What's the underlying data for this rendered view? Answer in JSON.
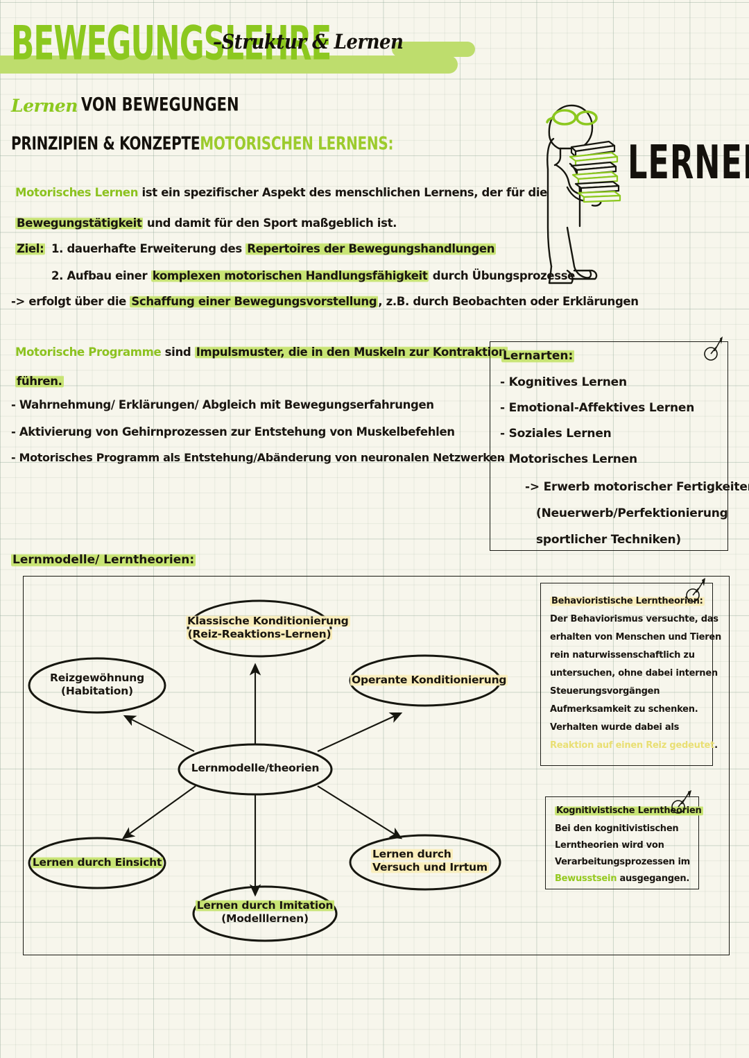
{
  "header": {
    "title_main": "BEWEGUNGSLEHRE",
    "title_sub": "–Struktur & Lernen"
  },
  "sections": {
    "lernen_von_bewegungen": {
      "script_word": "Lernen",
      "caps_word": "VON BEWEGUNGEN"
    },
    "prinzipien": {
      "black_part": "PRINZIPIEN & KONZEPTE ",
      "green_part": "MOTORISCHEN LERNENS:"
    }
  },
  "illustration": {
    "word": "LERNEN",
    "figure_name": "person-carrying-books"
  },
  "intro_paragraph": {
    "line1_green": "Motorisches Lernen",
    "line1_rest": " ist ein spezifischer Aspekt des menschlichen Lernens, der für die",
    "line2_hl": "Bewegungstätigkeit",
    "line2_rest": " und damit für den Sport maßgeblich ist.",
    "ziel_label": "Ziel:",
    "ziel_1_plain": "1. dauerhafte Erweiterung des ",
    "ziel_1_hl": "Repertoires der Bewegungshandlungen",
    "ziel_2_plain_a": "2. Aufbau einer ",
    "ziel_2_hl": "komplexen motorischen Handlungsfähigkeit",
    "ziel_2_plain_b": " durch Übungsprozesse",
    "arrow_line_a": "-> erfolgt über die ",
    "arrow_line_hl": "Schaffung einer Bewegungsvorstellung",
    "arrow_line_b": ", z.B. durch Beobachten oder Erklärungen"
  },
  "programme_paragraph": {
    "line1_green": "Motorische Programme",
    "line1_plain": " sind ",
    "line1_hl": "Impulsmuster, die in den Muskeln zur Kontraktion",
    "line2_hl": "führen.",
    "bullets": [
      "- Wahrnehmung/ Erklärungen/ Abgleich mit Bewegungserfahrungen",
      "- Aktivierung von Gehirnprozessen zur Entstehung von Muskelbefehlen",
      "- Motorisches Programm als Entstehung/Abänderung von neuronalen Netzwerken"
    ]
  },
  "lernarten_box": {
    "heading": "Lernarten:",
    "items": [
      {
        "label": "- Kognitives Lernen",
        "green": false
      },
      {
        "label": "- Emotional-Affektives Lernen",
        "green": false
      },
      {
        "label": "- Soziales Lernen",
        "green": false
      },
      {
        "label": "- Motorisches Lernen",
        "green": true
      }
    ],
    "sub_lines": [
      "-> Erwerb motorischer Fertigkeiten",
      "(Neuerwerb/Perfektionierung",
      "sportlicher Techniken)"
    ]
  },
  "diagram": {
    "label": "Lernmodelle/ Lerntheorien:",
    "center_node": "Lernmodelle/theorien",
    "nodes": [
      {
        "id": "habituation",
        "line1": "Reizgewöhnung",
        "line2": "(Habitation)",
        "highlight": "none"
      },
      {
        "id": "klassische-konditionierung",
        "line1": "Klassische Konditionierung",
        "line2": "(Reiz-Reaktions-Lernen)",
        "highlight": "yellow"
      },
      {
        "id": "operante-konditionierung",
        "line1": "Operante Konditionierung",
        "line2": "",
        "highlight": "yellow"
      },
      {
        "id": "lernen-durch-einsicht",
        "line1": "Lernen durch Einsicht",
        "line2": "",
        "highlight": "green"
      },
      {
        "id": "lernen-durch-imitation",
        "line1": "Lernen durch Imitation",
        "line2": "(Modelllernen)",
        "highlight": "green"
      },
      {
        "id": "versuch-und-irrtum",
        "line1": "Lernen durch",
        "line2": "Versuch und Irrtum",
        "highlight": "yellow"
      }
    ]
  },
  "note_behavioristisch": {
    "heading": "Behavioristische Lerntheorien:",
    "lines": [
      "Der Behaviorismus versuchte, das",
      "erhalten von Menschen und Tieren",
      "rein naturwissenschaftlich zu",
      "untersuchen, ohne dabei internen",
      "Steuerungsvorgängen",
      "Aufmerksamkeit zu schenken."
    ],
    "highlight_lines": [
      "Verhalten wurde dabei als",
      "Reaktion auf einen Reiz gedeutet"
    ],
    "highlight_tail": "."
  },
  "note_kognitivistisch": {
    "heading": "Kognitivistische Lerntheorien",
    "lines": [
      "Bei den kognitivistischen",
      "Lerntheorien wird von"
    ],
    "green_line1": "Verarbeitungsprozessen im",
    "green_line2": "Bewusstsein",
    "tail": " ausgegangen."
  },
  "colors": {
    "accent_green": "#8cc81f",
    "highlight_green": "#c5e36e",
    "highlight_yellow": "#faeeba",
    "ink": "#191510",
    "paper": "#f7f6ec"
  }
}
